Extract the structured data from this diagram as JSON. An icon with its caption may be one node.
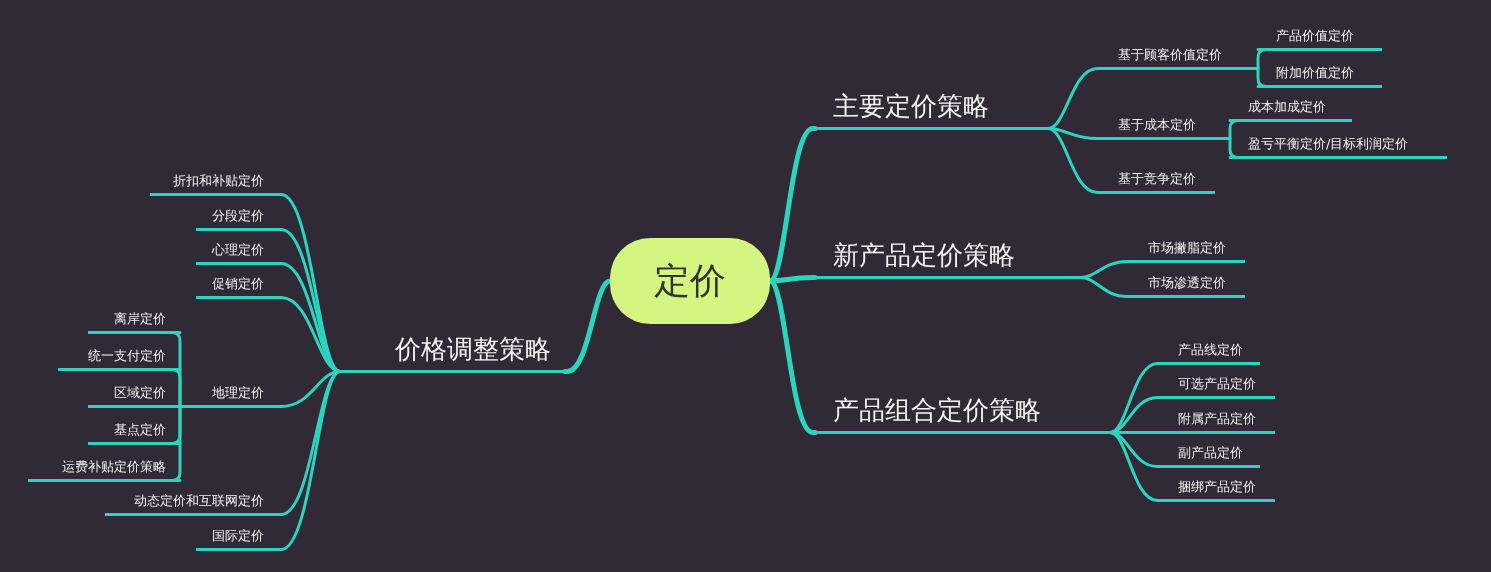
{
  "diagram": {
    "nodes": [
      {
        "text": [
          "定价"
        ]
      },
      {
        "text": [
          "主要定价策略"
        ]
      },
      {
        "text": [
          "基于顾客价值定价"
        ]
      },
      {
        "text": [
          "产品价值定价"
        ]
      },
      {
        "text": [
          "附加价值定价"
        ]
      },
      {
        "text": [
          "基于成本定价"
        ]
      },
      {
        "text": [
          "成本加成定价"
        ]
      },
      {
        "text": [
          "盈亏平衡定价/目标利润定价"
        ]
      },
      {
        "text": [
          "基于竞争定价"
        ]
      },
      {
        "text": [
          "新产品定价策略"
        ]
      },
      {
        "text": [
          "市场撇脂定价"
        ]
      },
      {
        "text": [
          "市场渗透定价"
        ]
      },
      {
        "text": [
          "产品组合定价策略"
        ]
      },
      {
        "text": [
          "产品线定价"
        ]
      },
      {
        "text": [
          "可选产品定价"
        ]
      },
      {
        "text": [
          "附属产品定价"
        ]
      },
      {
        "text": [
          "副产品定价"
        ]
      },
      {
        "text": [
          "捆绑产品定价"
        ]
      },
      {
        "text": [
          "价格调整策略"
        ]
      },
      {
        "text": [
          "折扣和补贴定价"
        ]
      },
      {
        "text": [
          "分段定价"
        ]
      },
      {
        "text": [
          "心理定价"
        ]
      },
      {
        "text": [
          "促销定价"
        ]
      },
      {
        "text": [
          "地理定价"
        ]
      },
      {
        "text": [
          "离岸定价"
        ]
      },
      {
        "text": [
          "统一支付定价"
        ]
      },
      {
        "text": [
          "区域定价"
        ]
      },
      {
        "text": [
          "基点定价"
        ]
      },
      {
        "text": [
          "运费补贴定价策略"
        ]
      },
      {
        "text": [
          "动态定价和互联网定价"
        ]
      },
      {
        "text": [
          "国际定价"
        ]
      }
    ],
    "edges": [
      {
        "from": 0,
        "to": 1,
        "arrow": "none"
      },
      {
        "from": 1,
        "to": 2,
        "arrow": "none"
      },
      {
        "from": 2,
        "to": 3,
        "arrow": "none"
      },
      {
        "from": 2,
        "to": 4,
        "arrow": "none"
      },
      {
        "from": 1,
        "to": 5,
        "arrow": "none"
      },
      {
        "from": 5,
        "to": 6,
        "arrow": "none"
      },
      {
        "from": 5,
        "to": 7,
        "arrow": "none"
      },
      {
        "from": 1,
        "to": 8,
        "arrow": "none"
      },
      {
        "from": 0,
        "to": 9,
        "arrow": "none"
      },
      {
        "from": 9,
        "to": 10,
        "arrow": "none"
      },
      {
        "from": 9,
        "to": 11,
        "arrow": "none"
      },
      {
        "from": 0,
        "to": 12,
        "arrow": "none"
      },
      {
        "from": 12,
        "to": 13,
        "arrow": "none"
      },
      {
        "from": 12,
        "to": 14,
        "arrow": "none"
      },
      {
        "from": 12,
        "to": 15,
        "arrow": "none"
      },
      {
        "from": 12,
        "to": 16,
        "arrow": "none"
      },
      {
        "from": 12,
        "to": 17,
        "arrow": "none"
      },
      {
        "from": 0,
        "to": 18,
        "arrow": "none"
      },
      {
        "from": 18,
        "to": 19,
        "arrow": "none"
      },
      {
        "from": 18,
        "to": 20,
        "arrow": "none"
      },
      {
        "from": 18,
        "to": 21,
        "arrow": "none"
      },
      {
        "from": 18,
        "to": 22,
        "arrow": "none"
      },
      {
        "from": 18,
        "to": 23,
        "arrow": "none"
      },
      {
        "from": 23,
        "to": 24,
        "arrow": "none"
      },
      {
        "from": 23,
        "to": 25,
        "arrow": "none"
      },
      {
        "from": 23,
        "to": 26,
        "arrow": "none"
      },
      {
        "from": 23,
        "to": 27,
        "arrow": "none"
      },
      {
        "from": 23,
        "to": 28,
        "arrow": "none"
      },
      {
        "from": 18,
        "to": 29,
        "arrow": "none"
      },
      {
        "from": 18,
        "to": 30,
        "arrow": "none"
      }
    ]
  }
}
